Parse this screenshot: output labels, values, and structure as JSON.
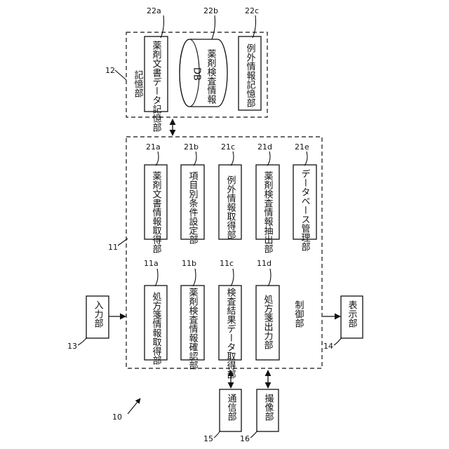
{
  "system_ref": "10",
  "control": {
    "ref": "11",
    "label": "制御部",
    "blocks": [
      {
        "ref": "11a",
        "label": "処方箋情報取得部"
      },
      {
        "ref": "11b",
        "label": "薬剤検査情報確認部"
      },
      {
        "ref": "11c",
        "label": "検査結果データ取得部"
      },
      {
        "ref": "11d",
        "label": "処方箋出力部"
      },
      {
        "ref": "21a",
        "label": "薬剤文書情報取得部"
      },
      {
        "ref": "21b",
        "label": "項目別条件設定部"
      },
      {
        "ref": "21c",
        "label": "例外情報取得部"
      },
      {
        "ref": "21d",
        "label": "薬剤検査情報抽出部"
      },
      {
        "ref": "21e",
        "label": "データベース管理部"
      }
    ]
  },
  "storage": {
    "ref": "12",
    "label": "記憶部",
    "blocks": [
      {
        "ref": "22a",
        "label": "薬剤文書データ記憶部"
      },
      {
        "ref": "22b",
        "label": "薬剤検査情報",
        "sub": "DB"
      },
      {
        "ref": "22c",
        "label": "例外情報記憶部"
      }
    ]
  },
  "peripherals": [
    {
      "ref": "13",
      "label": "入力部"
    },
    {
      "ref": "14",
      "label": "表示部"
    },
    {
      "ref": "15",
      "label": "通信部"
    },
    {
      "ref": "16",
      "label": "撮像部"
    }
  ]
}
